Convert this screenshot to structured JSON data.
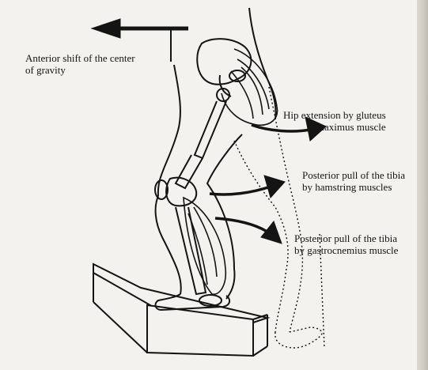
{
  "labels": {
    "cog": [
      "Anterior shift of the center",
      "of gravity"
    ],
    "hip": [
      "Hip extension by gluteus",
      "maximus muscle"
    ],
    "hamstring": [
      "Posterior pull of the tibia",
      "by hamstring muscles"
    ],
    "gastrocnemius": [
      "Posterior pull of the tibia",
      "by gastrocnemius muscle"
    ]
  },
  "colors": {
    "ink": "#141414",
    "paper": "#f4f2ee"
  }
}
